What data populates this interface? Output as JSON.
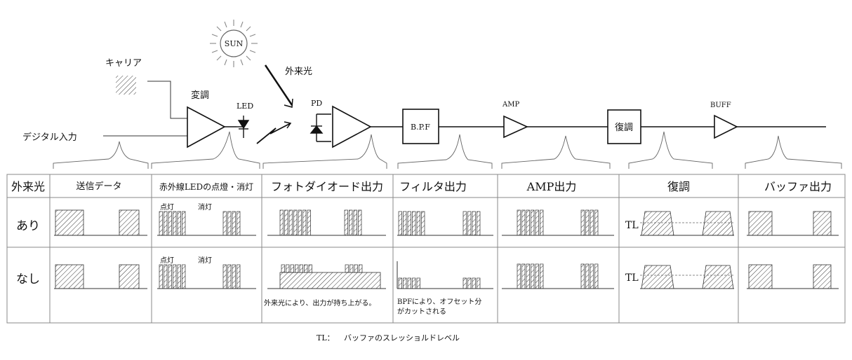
{
  "diagram": {
    "sun_label": "SUN",
    "ambient_light_label": "外来光",
    "carrier_label": "キャリア",
    "modulation_label": "変調",
    "led_label": "LED",
    "pd_label": "PD",
    "digital_input_label": "デジタル入力",
    "bpf_label": "B.P.F",
    "amp_label": "AMP",
    "demod_label": "復調",
    "buff_label": "BUFF"
  },
  "table": {
    "header_first": "外来光",
    "headers": [
      "送信データ",
      "赤外線LEDの点燈・消灯",
      "フォトダイオード出力",
      "フィルタ出力",
      "AMP出力",
      "復調",
      "バッファ出力"
    ],
    "row_labels": [
      "あり",
      "なし"
    ],
    "led_on_label": "点灯",
    "led_off_label": "消灯",
    "tl_label": "TL",
    "notes": {
      "photodiode_none": "外来光により、出力が持ち上がる。",
      "filter_none_line1": "BPFにより、オフセット分",
      "filter_none_line2": "がカットされる"
    }
  },
  "footer": {
    "legend_key": "TL：",
    "legend_text": "バッファのスレッショルドレベル"
  }
}
